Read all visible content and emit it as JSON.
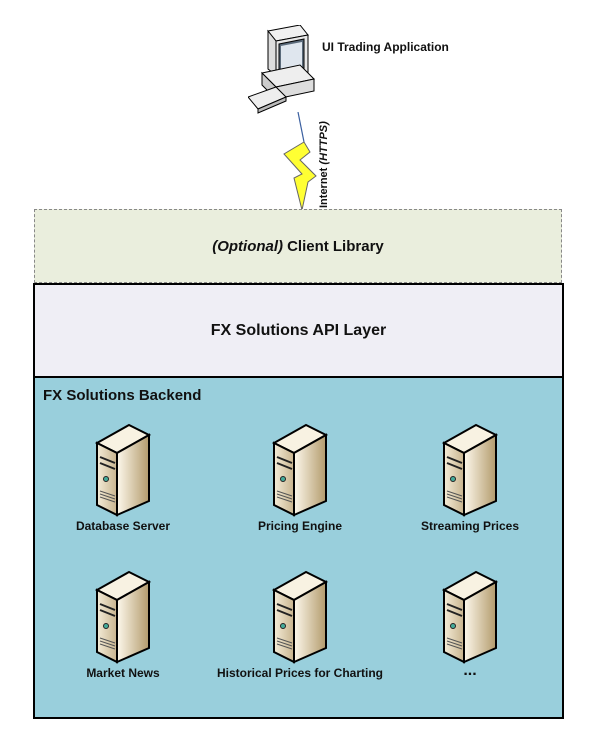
{
  "client_app": {
    "label": "UI Trading Application",
    "icon": "desktop-computer-icon"
  },
  "connection": {
    "label_prefix": "Internet ",
    "label_protocol": "(HTTPS)",
    "icon": "lightning-bolt-icon"
  },
  "client_library": {
    "optional_tag": "(Optional)",
    "label": "Client Library",
    "fill": "#eaeedd"
  },
  "api_layer": {
    "label": "FX Solutions API Layer",
    "fill": "#efeef5"
  },
  "backend": {
    "title": "FX Solutions Backend",
    "fill": "#99cfdc",
    "servers": [
      {
        "label": "Database Server",
        "icon": "server-icon"
      },
      {
        "label": "Pricing Engine",
        "icon": "server-icon"
      },
      {
        "label": "Streaming Prices",
        "icon": "server-icon"
      },
      {
        "label": "Market News",
        "icon": "server-icon"
      },
      {
        "label": "Historical Prices for Charting",
        "icon": "server-icon"
      },
      {
        "label": "...",
        "icon": "server-icon"
      }
    ]
  }
}
